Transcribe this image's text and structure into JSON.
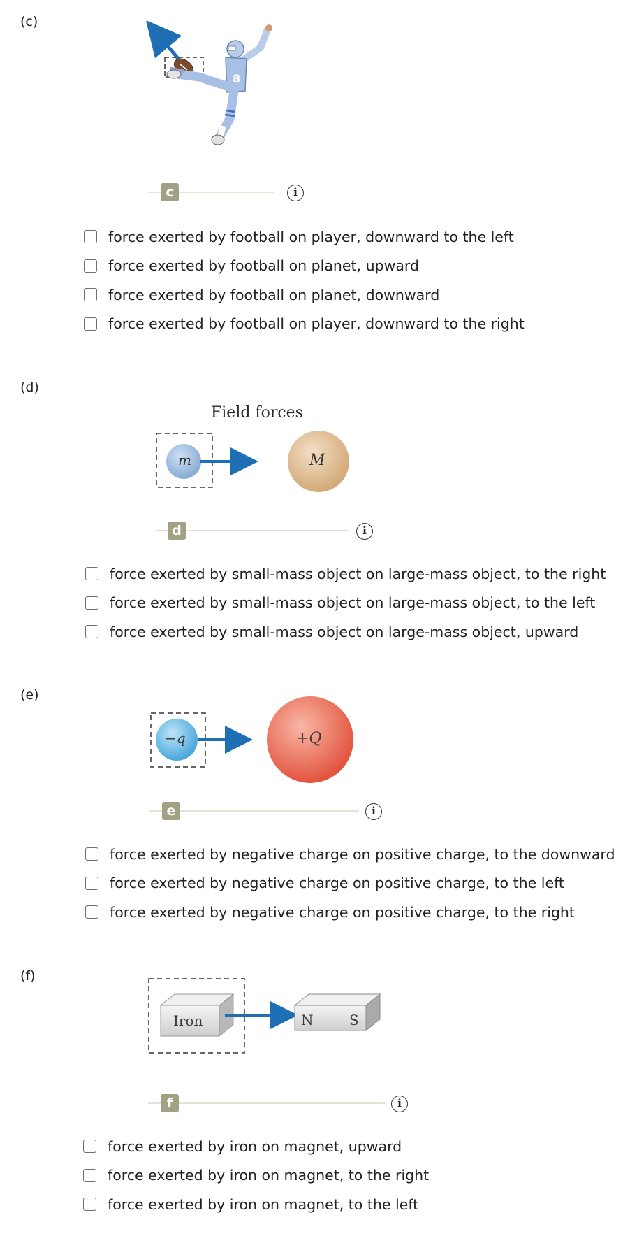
{
  "parts": [
    {
      "label": "(c)",
      "badge": "c",
      "info_icon": "i",
      "options": [
        "force exerted by football on player, downward to the left",
        "force exerted by football on planet, upward",
        "force exerted by football on planet, downward",
        "force exerted by football on player, downward to the right"
      ]
    },
    {
      "label": "(d)",
      "badge": "d",
      "info_icon": "i",
      "figure": {
        "title": "Field forces",
        "small_mass": "m",
        "large_mass": "M"
      },
      "options": [
        "force exerted by small-mass object on large-mass object, to the right",
        "force exerted by small-mass object on large-mass object, to the left",
        "force exerted by small-mass object on large-mass object, upward"
      ]
    },
    {
      "label": "(e)",
      "badge": "e",
      "info_icon": "i",
      "figure": {
        "negative_charge": "−q",
        "positive_charge": "+Q"
      },
      "options": [
        "force exerted by negative charge on positive charge, to the downward",
        "force exerted by negative charge on positive charge, to the left",
        "force exerted by negative charge on positive charge, to the right"
      ]
    },
    {
      "label": "(f)",
      "badge": "f",
      "info_icon": "i",
      "figure": {
        "iron_label": "Iron",
        "magnet_north": "N",
        "magnet_south": "S"
      },
      "options": [
        "force exerted by iron on magnet, upward",
        "force exerted by iron on magnet, to the right",
        "force exerted by iron on magnet, to the left"
      ]
    }
  ],
  "colors": {
    "arrow": "#1f6fb5",
    "badge": "#a3a184",
    "caption_line": "#e4e4d6",
    "small_mass": "#9dbfe0",
    "large_mass": "#e2c19a",
    "negative_charge": "#6cb9e6",
    "positive_charge": "#e8604a"
  },
  "icons": {
    "info": "info-circle-icon",
    "checkbox": "checkbox-unchecked-icon",
    "arrow": "force-arrow-icon"
  }
}
